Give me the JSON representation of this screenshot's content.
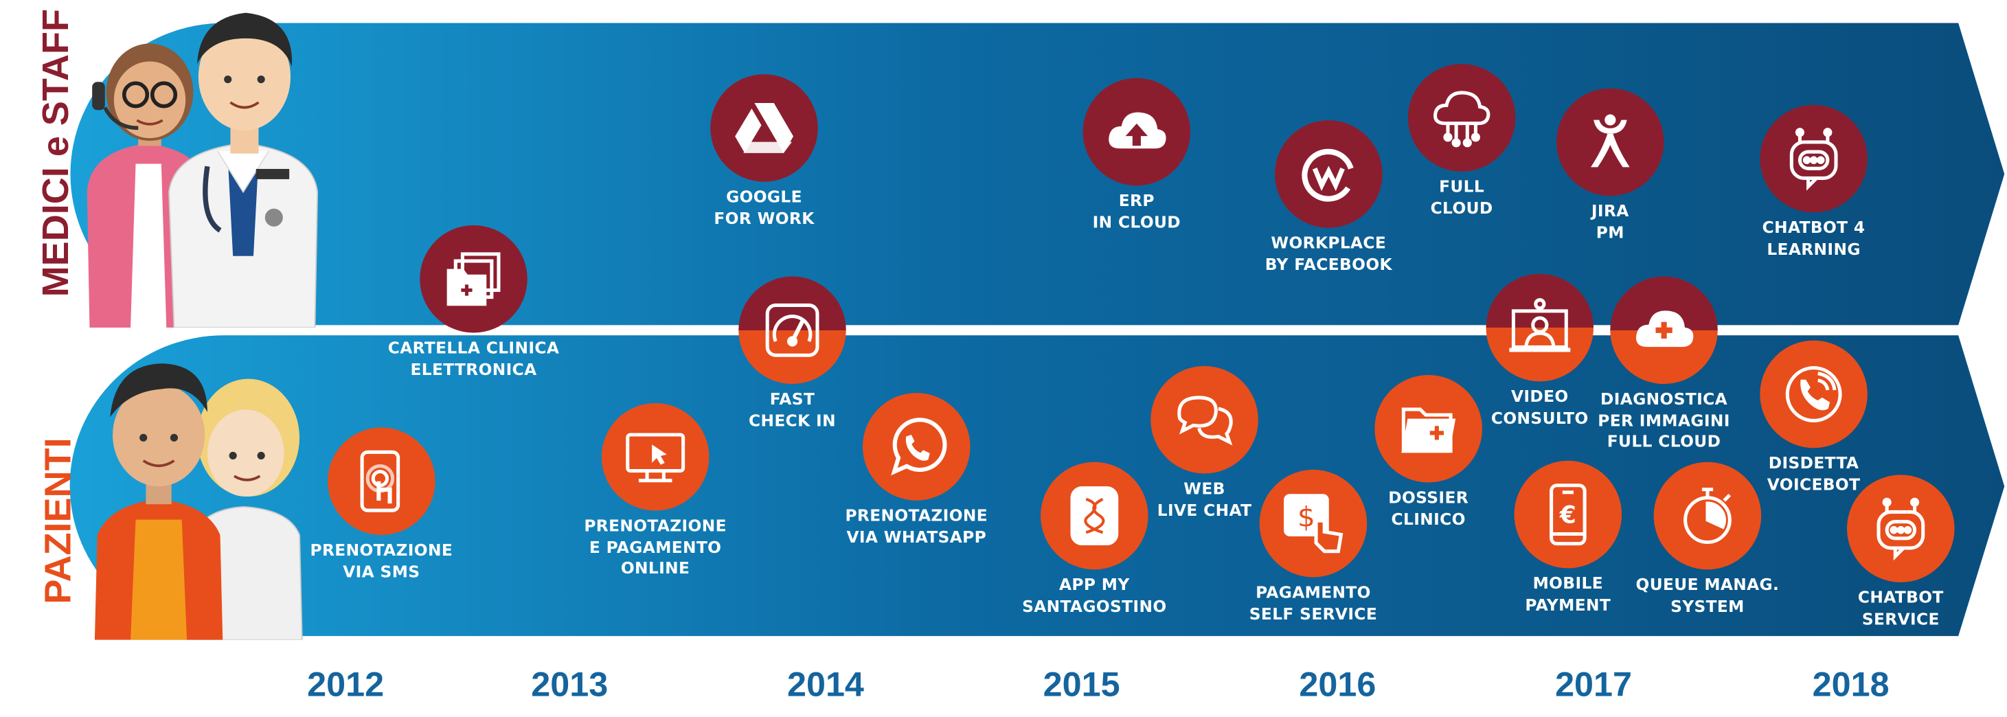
{
  "sections": {
    "staff": "MEDICI e STAFF",
    "patients": "PAZIENTI"
  },
  "years": [
    "2012",
    "2013",
    "2014",
    "2015",
    "2016",
    "2017",
    "2018"
  ],
  "colors": {
    "staff_node": "#8b1e2e",
    "patient_node": "#e84e1b",
    "band_light": "#1aa0d8",
    "band_dark": "#0a4d7c",
    "year_text": "#14649e",
    "staff_label": "#8b1e2e",
    "patient_label": "#e84e1b"
  },
  "nodes": [
    {
      "key": "cartella",
      "lines": [
        "CARTELLA CLINICA",
        "ELETTRONICA"
      ],
      "group": "staff",
      "icon": "folders-icon"
    },
    {
      "key": "google",
      "lines": [
        "GOOGLE",
        "FOR WORK"
      ],
      "group": "staff",
      "icon": "google-drive-icon"
    },
    {
      "key": "fastcheck",
      "lines": [
        "FAST",
        "CHECK IN"
      ],
      "group": "mixed",
      "icon": "speedometer-icon"
    },
    {
      "key": "erp",
      "lines": [
        "ERP",
        "IN CLOUD"
      ],
      "group": "staff",
      "icon": "cloud-upload-icon"
    },
    {
      "key": "workplace",
      "lines": [
        "WORKPLACE",
        "BY FACEBOOK"
      ],
      "group": "staff",
      "icon": "workplace-icon"
    },
    {
      "key": "fullcloud",
      "lines": [
        "FULL",
        "CLOUD"
      ],
      "group": "staff",
      "icon": "cloud-network-icon"
    },
    {
      "key": "jira",
      "lines": [
        "JIRA",
        "PM"
      ],
      "group": "staff",
      "icon": "jira-icon"
    },
    {
      "key": "chatbot4",
      "lines": [
        "CHATBOT 4",
        "LEARNING"
      ],
      "group": "staff",
      "icon": "chatbot-icon"
    },
    {
      "key": "video",
      "lines": [
        "VIDEO",
        "CONSULTO"
      ],
      "group": "mixed",
      "icon": "video-call-icon"
    },
    {
      "key": "diagnostica",
      "lines": [
        "DIAGNOSTICA",
        "PER IMMAGINI",
        "FULL CLOUD"
      ],
      "group": "mixed",
      "icon": "medical-cloud-icon"
    },
    {
      "key": "sms",
      "lines": [
        "PRENOTAZIONE",
        "VIA SMS"
      ],
      "group": "patient",
      "icon": "phone-touch-icon"
    },
    {
      "key": "online",
      "lines": [
        "PRENOTAZIONE",
        "E PAGAMENTO",
        "ONLINE"
      ],
      "group": "patient",
      "icon": "monitor-icon"
    },
    {
      "key": "whatsapp",
      "lines": [
        "PRENOTAZIONE",
        "VIA WHATSAPP"
      ],
      "group": "patient",
      "icon": "whatsapp-icon"
    },
    {
      "key": "app",
      "lines": [
        "APP MY",
        "SANTAGOSTINO"
      ],
      "group": "patient",
      "icon": "app-logo-icon"
    },
    {
      "key": "webchat",
      "lines": [
        "WEB",
        "LIVE CHAT"
      ],
      "group": "patient",
      "icon": "chat-bubbles-icon"
    },
    {
      "key": "pagamento",
      "lines": [
        "PAGAMENTO",
        "SELF SERVICE"
      ],
      "group": "patient",
      "icon": "payment-touch-icon"
    },
    {
      "key": "dossier",
      "lines": [
        "DOSSIER",
        "CLINICO"
      ],
      "group": "patient",
      "icon": "medical-folder-icon"
    },
    {
      "key": "mobilepay",
      "lines": [
        "MOBILE",
        "PAYMENT"
      ],
      "group": "patient",
      "icon": "mobile-euro-icon"
    },
    {
      "key": "queue",
      "lines": [
        "QUEUE MANAG.",
        "SYSTEM"
      ],
      "group": "patient",
      "icon": "stopwatch-icon"
    },
    {
      "key": "disdetta",
      "lines": [
        "DISDETTA",
        "VOICEBOT"
      ],
      "group": "patient",
      "icon": "phone-call-icon"
    },
    {
      "key": "chatbotsvc",
      "lines": [
        "CHATBOT",
        "SERVICE"
      ],
      "group": "patient",
      "icon": "chatbot-icon"
    }
  ]
}
